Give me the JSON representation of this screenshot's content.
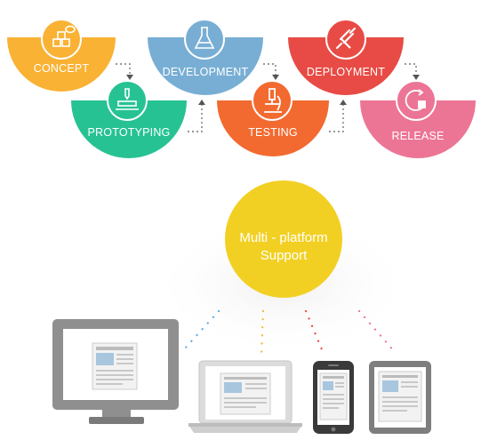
{
  "process": {
    "stages": [
      {
        "label": "CONCEPT",
        "icon": "blocks-idea-icon",
        "color": "#F9B234"
      },
      {
        "label": "PROTOTYPING",
        "icon": "prototype-printer-icon",
        "color": "#27C293"
      },
      {
        "label": "DEVELOPMENT",
        "icon": "flask-icon",
        "color": "#78AED4"
      },
      {
        "label": "TESTING",
        "icon": "microscope-icon",
        "color": "#F26A30"
      },
      {
        "label": "DEPLOYMENT",
        "icon": "connector-plug-icon",
        "color": "#E84B45"
      },
      {
        "label": "RELEASE",
        "icon": "release-cycle-icon",
        "color": "#EC7595"
      }
    ]
  },
  "support": {
    "line1": "Multi - platform",
    "line2": "Support",
    "color": "#F2D023"
  },
  "devices": [
    {
      "kind": "desktop-monitor",
      "icon": "desktop-monitor-icon"
    },
    {
      "kind": "laptop",
      "icon": "laptop-icon"
    },
    {
      "kind": "smartphone",
      "icon": "smartphone-icon"
    },
    {
      "kind": "tablet",
      "icon": "tablet-icon"
    }
  ]
}
